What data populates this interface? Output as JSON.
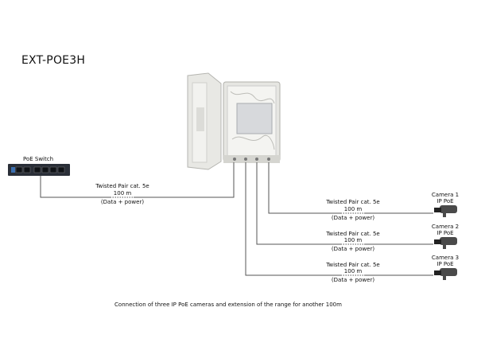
{
  "title": "EXT-POE3H",
  "switch": {
    "label": "PoE Switch"
  },
  "uplink": {
    "cable": "Twisted Pair cat. 5e",
    "length": "100 m",
    "note": "(Data + power)"
  },
  "cameras": [
    {
      "name": "Camera 1",
      "type": "IP PoE",
      "cable": "Twisted Pair cat. 5e",
      "length": "100 m",
      "note": "(Data + power)"
    },
    {
      "name": "Camera 2",
      "type": "IP PoE",
      "cable": "Twisted Pair cat. 5e",
      "length": "100 m",
      "note": "(Data + power)"
    },
    {
      "name": "Camera 3",
      "type": "IP PoE",
      "cable": "Twisted Pair cat. 5e",
      "length": "100 m",
      "note": "(Data + power)"
    }
  ],
  "caption": "Connection of three IP PoE cameras and extension of the range for another 100m",
  "colors": {
    "line": "#555555",
    "enclosure": "#e4e4e0",
    "switch": "#2a2f38",
    "camera": "#4a4a4a"
  }
}
